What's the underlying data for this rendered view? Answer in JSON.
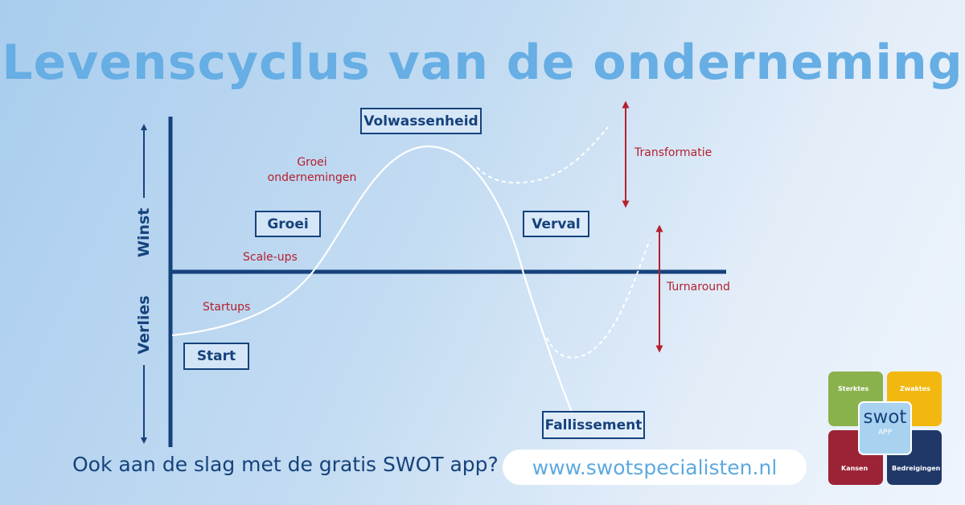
{
  "title": "Levenscyclus van de onderneming",
  "axis": {
    "positive_label": "Winst",
    "negative_label": "Verlies"
  },
  "phases": {
    "start": "Start",
    "growth": "Groei",
    "maturity": "Volwassenheid",
    "decline": "Verval",
    "bankruptcy": "Fallissement"
  },
  "annotations": {
    "startups": "Startups",
    "scaleups": "Scale-ups",
    "growth_companies": [
      "Groei",
      "ondernemingen"
    ],
    "transformation": "Transformatie",
    "turnaround": "Turnaround"
  },
  "colors": {
    "title": "#66aee4",
    "navy": "#16427c",
    "accent_red": "#b51f2e",
    "curve": "#ffffff",
    "url": "#5da9e0"
  },
  "cta": {
    "question": "Ook aan de slag met de gratis SWOT app?",
    "url": "www.swotspecialisten.nl"
  },
  "swot_logo": {
    "strengths": "Sterktes",
    "weaknesses": "Zwaktes",
    "opportunities": "Kansen",
    "threats": "Bedreigingen",
    "brand": "swot",
    "app_label": "APP",
    "colors": {
      "strengths": "#8ab24c",
      "weaknesses": "#f2b80f",
      "opportunities": "#9c2336",
      "threats": "#1f3868"
    }
  }
}
